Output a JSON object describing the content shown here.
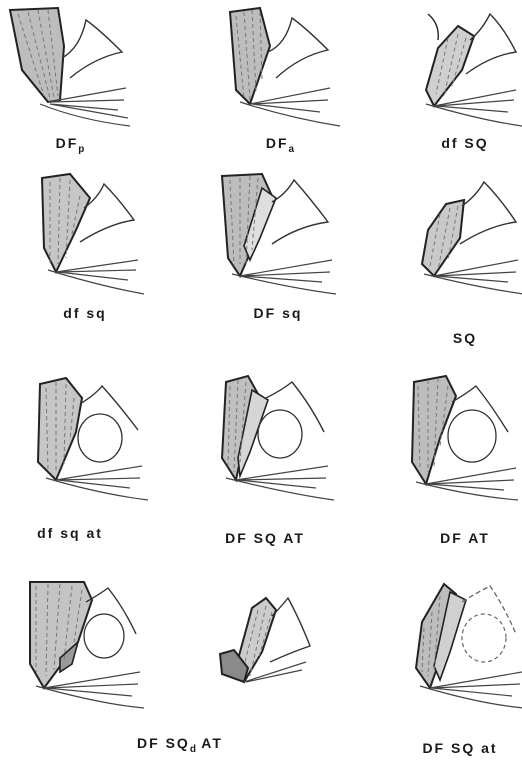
{
  "plate": {
    "panels": [
      {
        "id": "r1c1",
        "label_main": "DF",
        "label_sub": "p",
        "label_rest": ""
      },
      {
        "id": "r1c2",
        "label_main": "DF",
        "label_sub": "a",
        "label_rest": ""
      },
      {
        "id": "r1c3",
        "label_main": "df SQ",
        "label_sub": "",
        "label_rest": ""
      },
      {
        "id": "r2c1",
        "label_main": "df sq",
        "label_sub": "",
        "label_rest": ""
      },
      {
        "id": "r2c2",
        "label_main": "DF sq",
        "label_sub": "",
        "label_rest": ""
      },
      {
        "id": "r2c3",
        "label_main": "SQ",
        "label_sub": "",
        "label_rest": ""
      },
      {
        "id": "r3c1",
        "label_main": "df sq at",
        "label_sub": "",
        "label_rest": ""
      },
      {
        "id": "r3c2",
        "label_main": "DF SQ AT",
        "label_sub": "",
        "label_rest": ""
      },
      {
        "id": "r3c3",
        "label_main": "DF AT",
        "label_sub": "",
        "label_rest": ""
      },
      {
        "id": "r4c1",
        "label_main": "DF SQ",
        "label_sub": "d",
        "label_rest": " AT"
      },
      {
        "id": "r4c2",
        "label_main": "",
        "label_sub": "",
        "label_rest": ""
      },
      {
        "id": "r4c3",
        "label_main": "DF SQ at",
        "label_sub": "",
        "label_rest": ""
      }
    ]
  }
}
